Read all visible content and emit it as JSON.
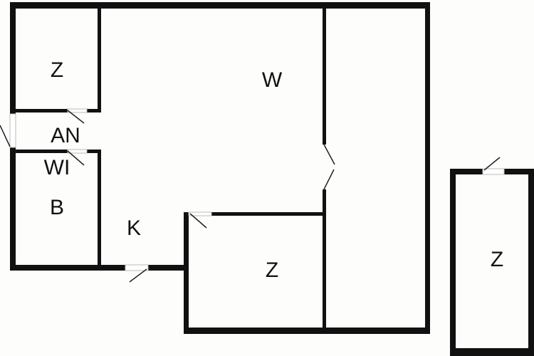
{
  "rooms": {
    "z1": "Z",
    "w": "W",
    "an": "AN",
    "wi": "WI",
    "b": "B",
    "k": "K",
    "z2": "Z",
    "z3": "Z"
  }
}
